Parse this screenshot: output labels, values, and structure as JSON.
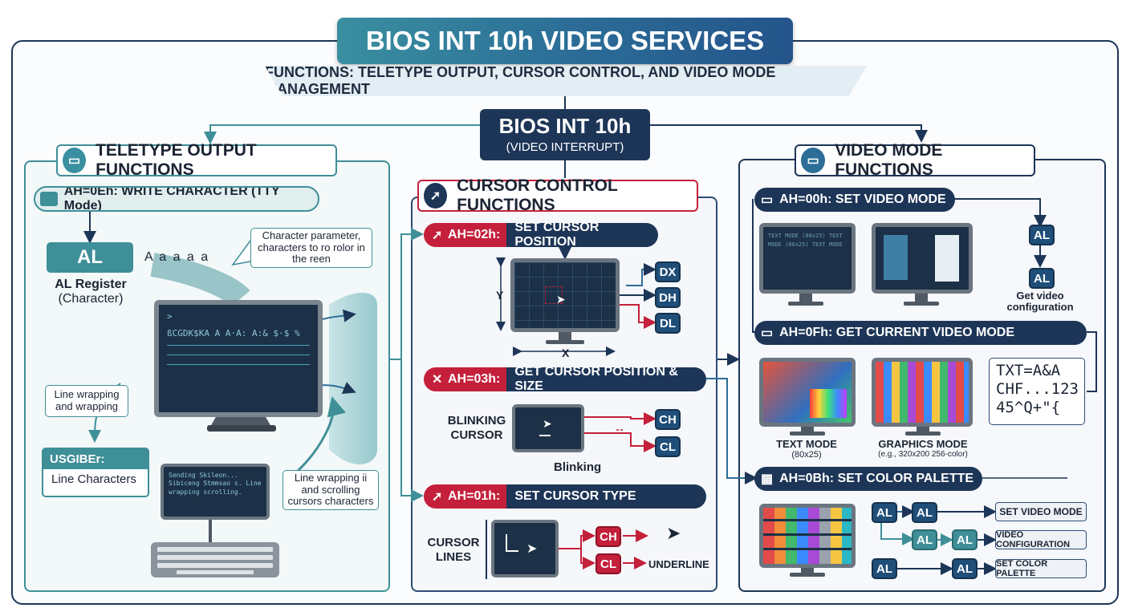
{
  "header": {
    "title": "BIOS INT 10h VIDEO SERVICES",
    "subtitle": "FUNCTIONS: TELETYPE OUTPUT, CURSOR CONTROL, AND VIDEO MODE MANAGEMENT"
  },
  "central": {
    "title": "BIOS INT 10h",
    "subtitle": "(VIDEO INTERRUPT)"
  },
  "left": {
    "heading": "TELETYPE OUTPUT FUNCTIONS",
    "func": "AH=0Eh: WRITE CHARACTER (TTY Mode)",
    "al_box": "AL",
    "al_caption1": "AL Register",
    "al_caption2": "(Character)",
    "flying_chars": "A  a  a  a  a",
    "callout_char": "Character parameter, characters to ro rolor in the reen",
    "screen_text1": ">",
    "screen_text2": "ßCGDK$KA A A·A: A:& $·$ %",
    "callout_wrap": "Line wrapping and wrapping",
    "usgiber_title": "USGIBEr:",
    "usgiber_body": "Line Characters",
    "small_screen_text": "Sending Skileon... Sibiceng Stmmsao s. Line wrapping scrolling.",
    "callout_scroll": "Line wrapping ii and scrolling cursors characters"
  },
  "middle": {
    "heading": "CURSOR CONTROL FUNCTIONS",
    "f1_tag": "AH=02h:",
    "f1_rest": "SET CURSOR POSITION",
    "y_label": "Y",
    "x_label": "X",
    "f1_regs": [
      "DX",
      "DH",
      "DL"
    ],
    "f2_tag": "AH=03h:",
    "f2_rest": "GET CURSOR POSITION & SIZE",
    "blink_label": "BLINKING CURSOR",
    "blinking": "Blinking",
    "f2_regs": [
      "CH",
      "CL"
    ],
    "f3_tag": "AH=01h:",
    "f3_rest": "SET CURSOR TYPE",
    "cursor_lines": "CURSOR LINES",
    "f3_regs": [
      "CH",
      "CL"
    ],
    "underline": "UNDERLINE"
  },
  "right": {
    "heading": "VIDEO MODE FUNCTIONS",
    "f1": "AH=00h: SET VIDEO MODE",
    "text_mode_lines": "TEXT MODE (80x25) TEXT MODE (80x25) TEXT MODE",
    "al1": "AL",
    "al2": "AL",
    "get_config": "Get video configuration",
    "f2": "AH=0Fh: GET CURRENT VIDEO MODE",
    "text_mode": "TEXT MODE",
    "text_mode_sub": "(80x25)",
    "graphics_mode": "GRAPHICS MODE",
    "graphics_mode_sub": "(e.g., 320x200 256-color)",
    "charset_line1": "TXT=A&A",
    "charset_line2": "CHF...123",
    "charset_line3": "45^Q+\"{",
    "f3": "AH=0Bh: SET COLOR PALETTE",
    "palette_rows": [
      {
        "a": "AL",
        "b": "AL",
        "label": "SET VIDEO MODE"
      },
      {
        "a": "AL",
        "b": "AL",
        "label": "VIDEO CONFIGURATION"
      },
      {
        "a": "AL",
        "b": "AL",
        "label": "SET COLOR PALETTE"
      }
    ]
  },
  "colors": {
    "navy": "#1d3557",
    "teal": "#3f8f98",
    "red": "#c4203b",
    "blue": "#2c6e98"
  }
}
